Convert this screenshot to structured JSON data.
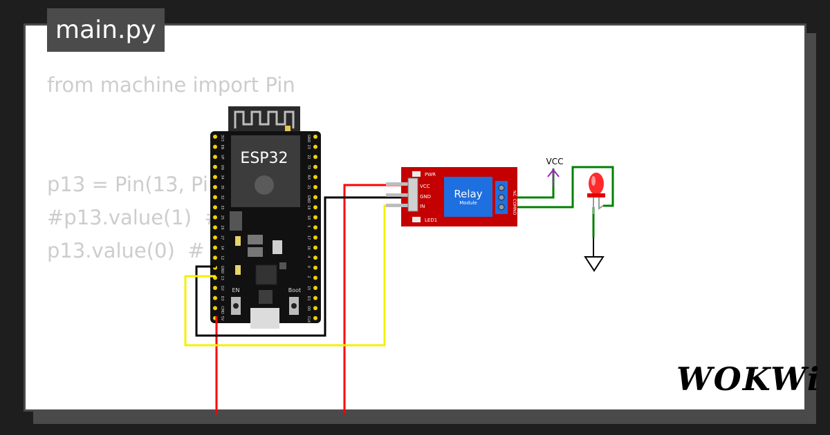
{
  "tab": {
    "filename": "main.py"
  },
  "code": {
    "lines": [
      "from machine import Pin",
      "",
      "",
      "p13 = Pin(13, Pin.OUT)",
      "#p13.value(1)  #",
      "p13.value(0)  #"
    ]
  },
  "esp32": {
    "label": "ESP32",
    "button_en": "EN",
    "button_boot": "Boot",
    "left_pins": [
      "3V3",
      "EN",
      "VP",
      "VN",
      "34",
      "35",
      "32",
      "33",
      "25",
      "26",
      "27",
      "14",
      "12",
      "GND",
      "13",
      "D2",
      "D3",
      "CMD",
      "5V"
    ],
    "right_pins": [
      "GND",
      "23",
      "22",
      "TX",
      "RX",
      "21",
      "GND",
      "19",
      "18",
      "5",
      "17",
      "16",
      "4",
      "0",
      "2",
      "15",
      "D1",
      "D0",
      "CLK"
    ]
  },
  "relay": {
    "title": "Relay",
    "subtitle": "Module",
    "pin_vcc": "VCC",
    "pin_gnd": "GND",
    "pin_in": "IN",
    "led_pwr": "PWR",
    "led_led1": "LED1",
    "terminals": [
      "NC",
      "COM",
      "NO"
    ]
  },
  "power_symbol": {
    "label": "VCC"
  },
  "logo": {
    "text": "WOKWi"
  },
  "colors": {
    "background": "#1e1e1e",
    "frame": "#4b4b4b",
    "wire_red": "#ff0000",
    "wire_black": "#000000",
    "wire_yellow": "#f5f000",
    "wire_green": "#008000",
    "relay_board": "#c40000",
    "relay_body": "#1e6fe0",
    "vcc_symbol": "#a020c0"
  }
}
